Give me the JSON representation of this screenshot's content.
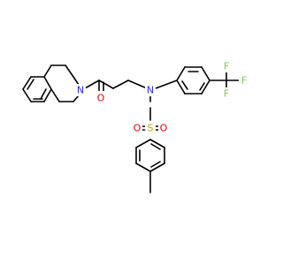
{
  "colors": {
    "carbon": "#000000",
    "nitrogen": "#2a2aff",
    "oxygen": "#e00000",
    "sulfur": "#c8a000",
    "fluorine": "#7bd13a",
    "background": "#ffffff"
  },
  "atoms": {
    "n_ring": "N",
    "n_amide": "N",
    "o_carbonyl": "O",
    "s_sulfonyl": "S",
    "o_sulfonyl_left": "O",
    "o_sulfonyl_right": "O",
    "f_top": "F",
    "f_right": "F",
    "f_bottom": "F"
  }
}
